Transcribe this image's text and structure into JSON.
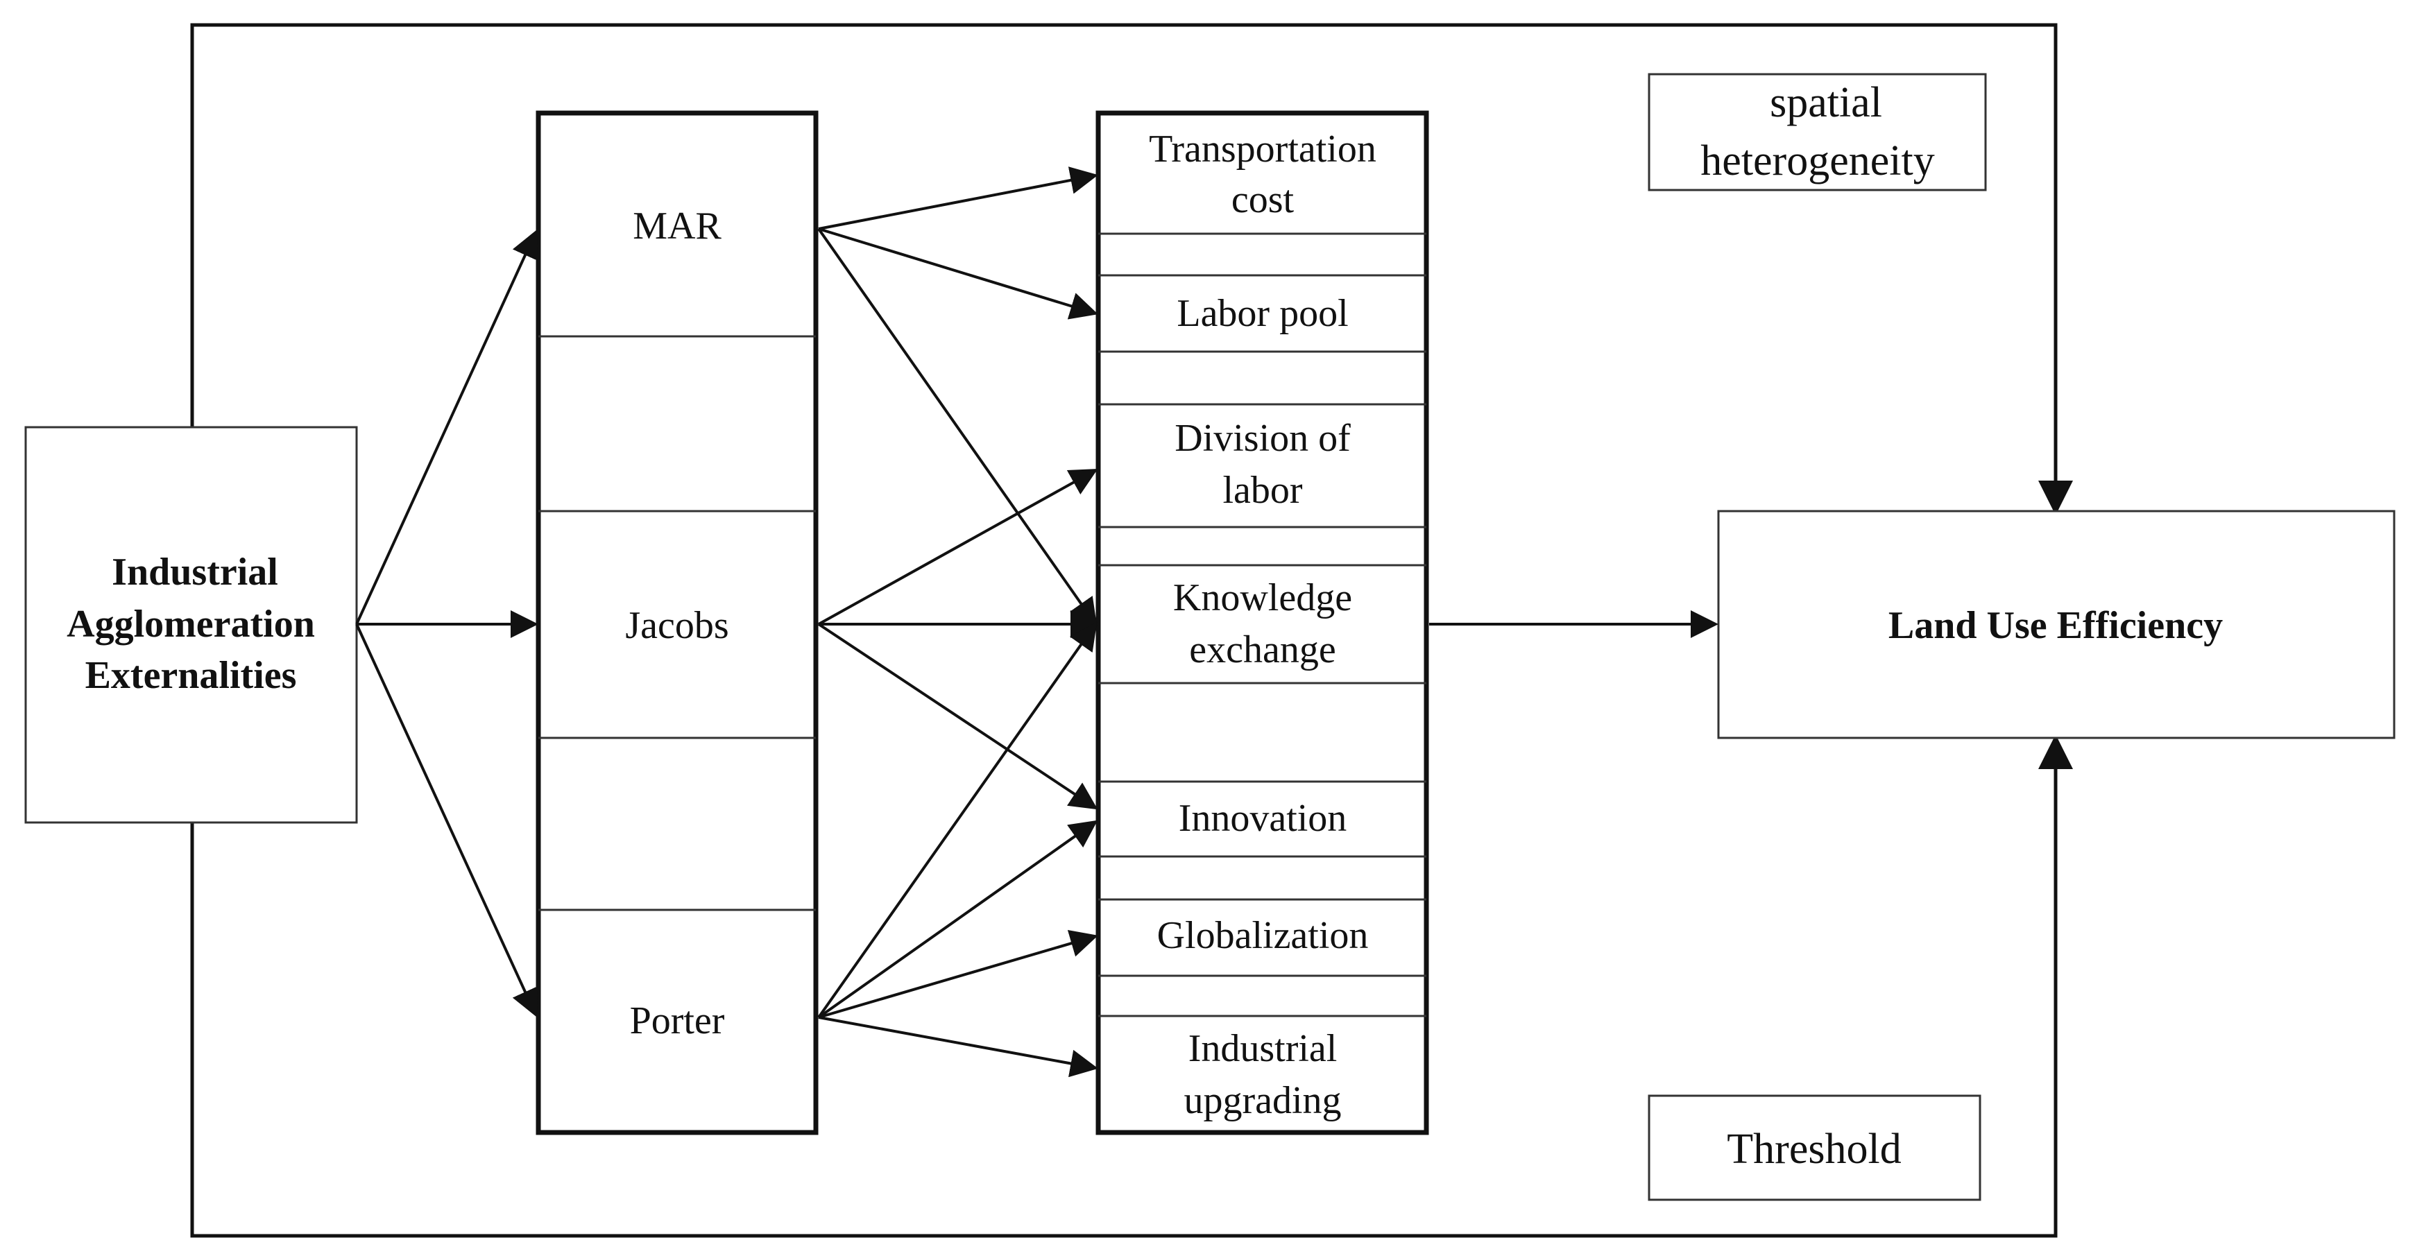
{
  "source": {
    "label_line1": "Industrial",
    "label_line2": "Agglomeration",
    "label_line3": "Externalities"
  },
  "theories": [
    {
      "label": "MAR"
    },
    {
      "label": "Jacobs"
    },
    {
      "label": "Porter"
    }
  ],
  "mechanisms": [
    {
      "line1": "Transportation",
      "line2": "cost"
    },
    {
      "line1": "Labor pool",
      "line2": ""
    },
    {
      "line1": "Division of",
      "line2": "labor"
    },
    {
      "line1": "Knowledge",
      "line2": "exchange"
    },
    {
      "line1": "Innovation",
      "line2": ""
    },
    {
      "line1": "Globalization",
      "line2": ""
    },
    {
      "line1": "Industrial",
      "line2": "upgrading"
    }
  ],
  "target": {
    "label": "Land Use Efficiency"
  },
  "moderators": {
    "spatial_line1": "spatial",
    "spatial_line2": "heterogeneity",
    "threshold": "Threshold"
  },
  "colors": {
    "line": "#111111",
    "background": "#ffffff"
  }
}
